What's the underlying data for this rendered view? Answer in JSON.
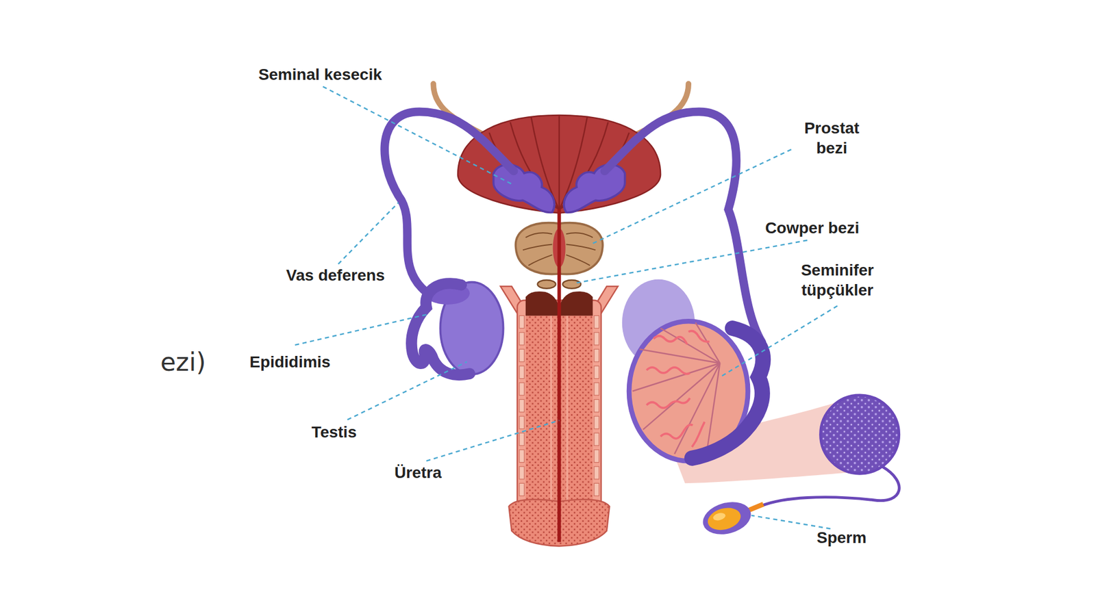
{
  "diagram": {
    "labels": [
      "Seminal kesecik",
      "Prostat bezi",
      "Cowper bezi",
      "Vas deferens",
      "Seminifer tüpçükler",
      "ezi)",
      "Epididimis",
      "Testis",
      "Üretra",
      "Sperm"
    ]
  }
}
